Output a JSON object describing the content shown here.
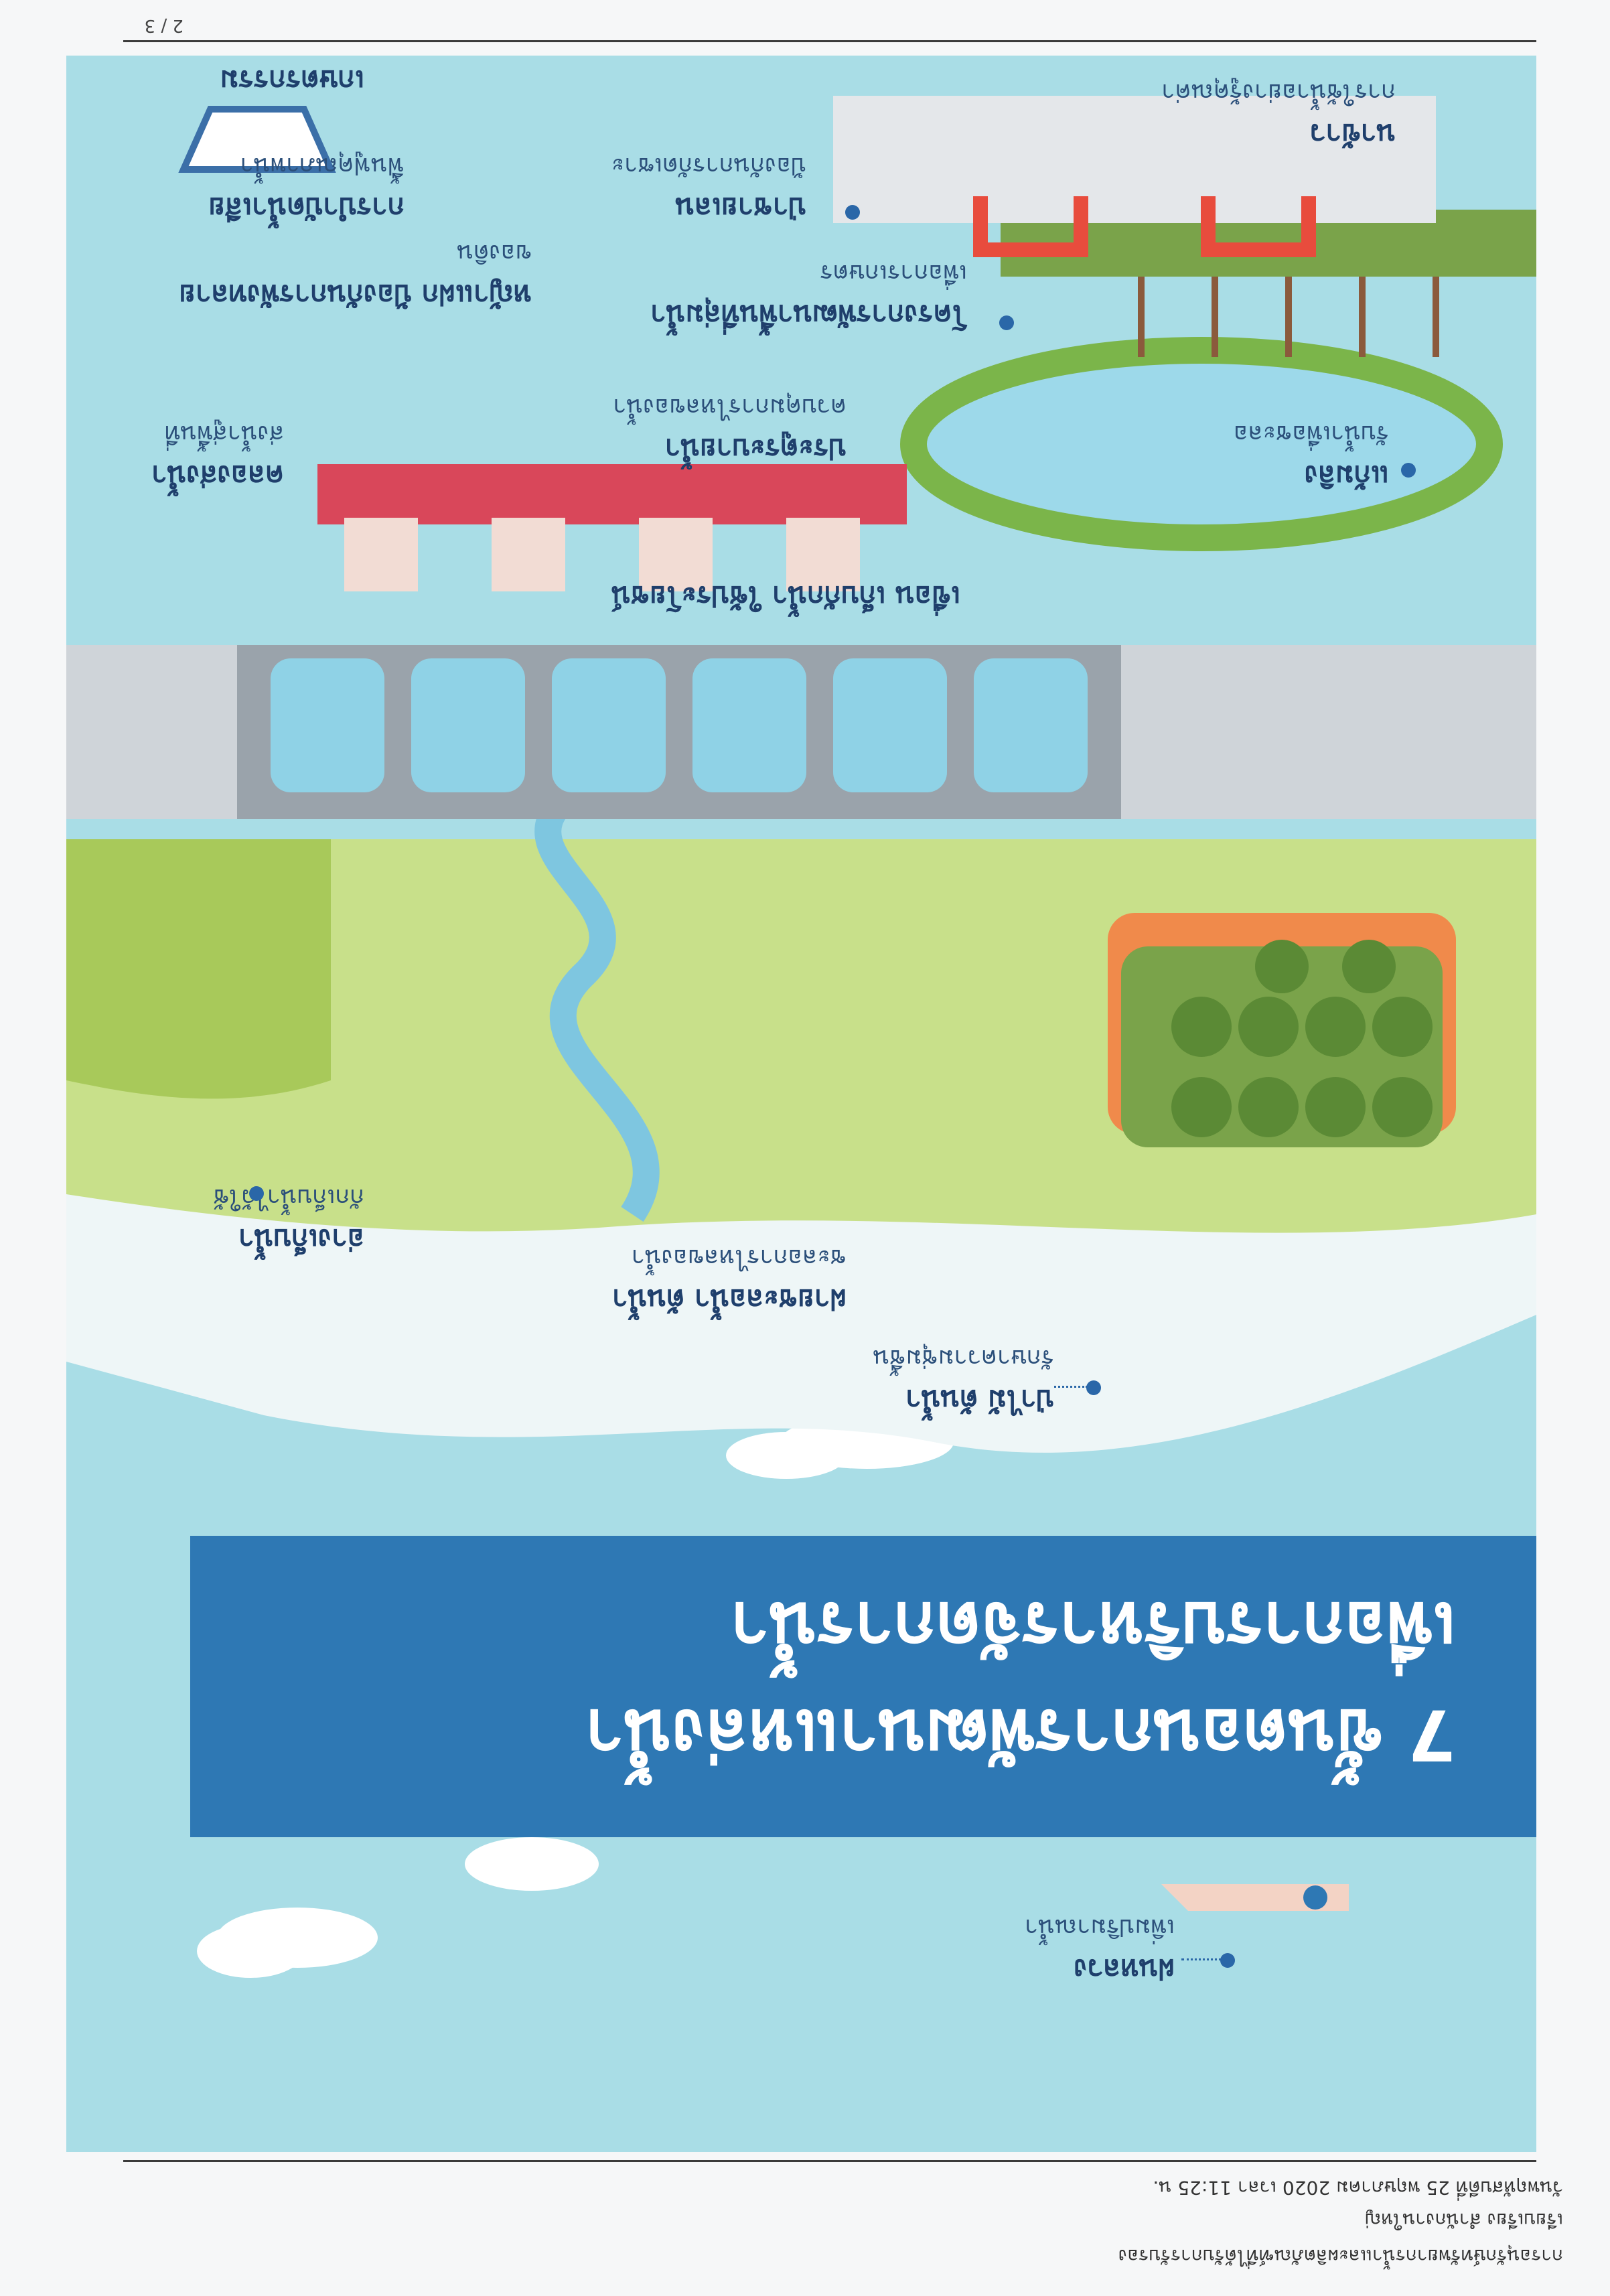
{
  "header": {
    "doc_title": "การอนุรักษ์ทรัพยากรน้ำและผลิตภัณฑ์ที่ได้รับการรับรอง",
    "source": "เรียบเรียง สำนักงานใหญ่",
    "date": "วันพฤหัสบดีที่ 25 พฤษภาคม 2020 เวลา 11:25 น."
  },
  "page_number": "2 / 3",
  "poster": {
    "title_line1": "7 ขั้นตอนการพัฒนาแหล่งน้ำ",
    "title_line2": "เพื่อการบริหารจัดการน้ำ",
    "labels": [
      {
        "title": "ฝนหลวง",
        "sub": "เพิ่มปริมาณน้ำ"
      },
      {
        "title": "ป่าไม้ ต้นน้ำ",
        "sub": "รักษาความชุ่มชื้น"
      },
      {
        "title": "ฝายชะลอน้ำ ต้นน้ำ",
        "sub": "ชะลอการไหลของน้ำ"
      },
      {
        "title": "อ่างเก็บน้ำ",
        "sub": "กักเก็บน้ำไว้ใช้"
      },
      {
        "title": "เขื่อน เก็บกักน้ำ ใช้ประโยชน์",
        "sub": ""
      },
      {
        "title": "คลองส่งน้ำ",
        "sub": "ส่งน้ำสู่พื้นที่"
      },
      {
        "title": "แก้มลิง",
        "sub": "รับน้ำเพื่อชะลอ"
      },
      {
        "title": "ประตูระบายน้ำ",
        "sub": "ควบคุมการไหลของน้ำ"
      },
      {
        "title": "โครงการพัฒนาพื้นที่ลุ่มน้ำ",
        "sub": "เพื่อการเกษตร"
      },
      {
        "title": "ป่าชายเลน",
        "sub": "ป้องกันการกัดเซาะ"
      },
      {
        "title": "การบำบัดน้ำเสีย",
        "sub": "ฟื้นฟูคุณภาพน้ำ"
      },
      {
        "title": "นาข้าว",
        "sub": "การใช้น้ำอย่างรู้คุณค่า"
      },
      {
        "title": "หญ้าแฝก ป้องกันการพังทลาย",
        "sub": "ของดิน"
      },
      {
        "title": "เกษตรกรรม",
        "sub": ""
      }
    ]
  },
  "colors": {
    "banner": "#2e78b4",
    "sky": "#a9dde6",
    "ground": "#c8e08a",
    "label_text": "#1f3f6c",
    "dot": "#2a67a8"
  }
}
